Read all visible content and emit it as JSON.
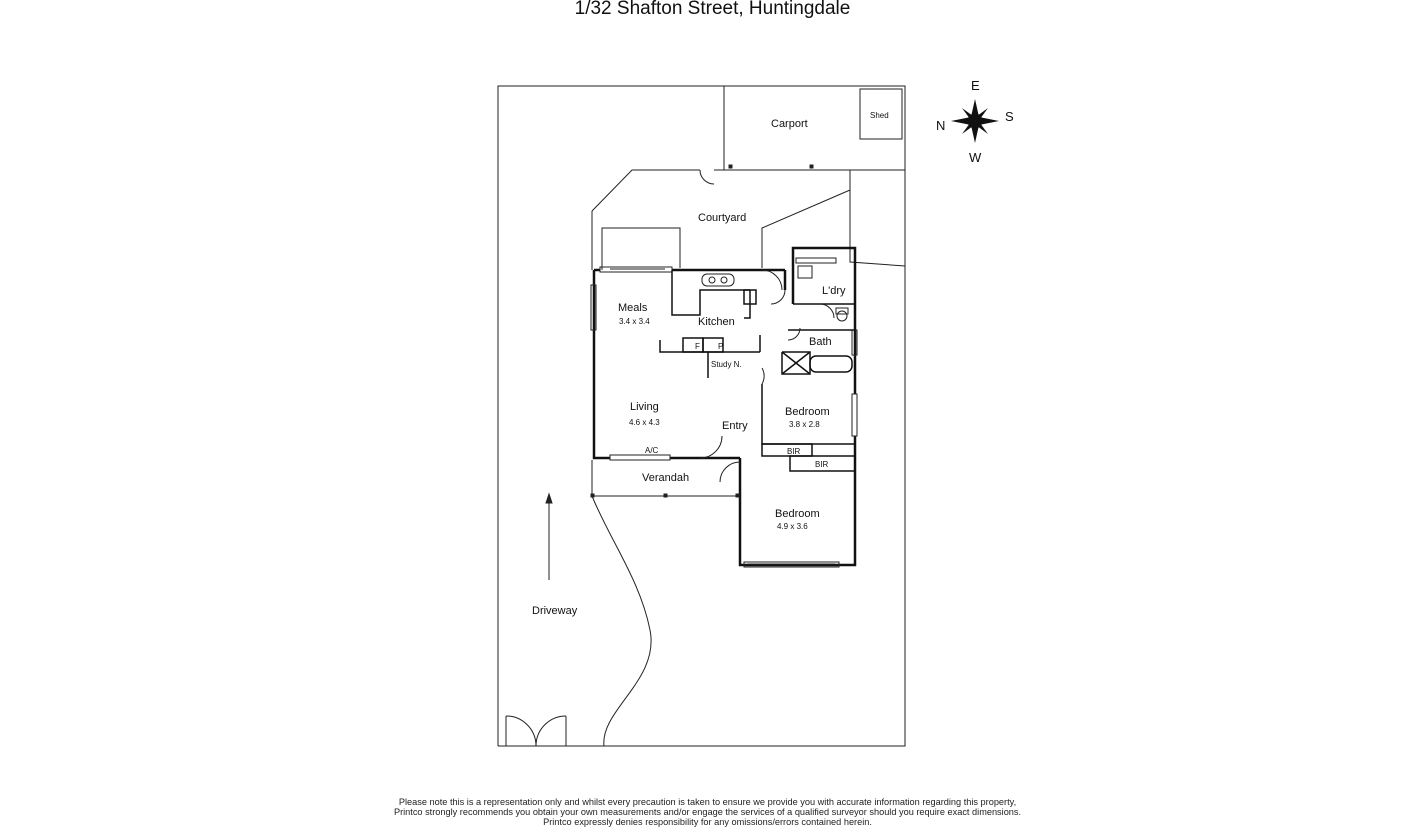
{
  "title": "1/32 Shafton Street, Huntingdale",
  "compass": {
    "east": "E",
    "north": "N",
    "south": "S",
    "west": "W"
  },
  "rooms": {
    "carport": "Carport",
    "shed": "Shed",
    "courtyard": "Courtyard",
    "laundry": "L'dry",
    "meals": {
      "name": "Meals",
      "size": "3.4 x 3.4"
    },
    "kitchen": "Kitchen",
    "bath": "Bath",
    "fridge": "F",
    "pantry": "P",
    "study": "Study N.",
    "living": {
      "name": "Living",
      "size": "4.6 x 4.3"
    },
    "entry": "Entry",
    "bedroom1": {
      "name": "Bedroom",
      "size": "3.8 x 2.8"
    },
    "bir1": "BIR",
    "bir2": "BIR",
    "ac": "A/C",
    "verandah": "Verandah",
    "bedroom2": {
      "name": "Bedroom",
      "size": "4.9 x 3.6"
    },
    "driveway": "Driveway"
  },
  "disclaimer": [
    "Please note this is a representation only and whilst every precaution is taken to ensure we provide you with accurate information regarding this property,",
    "Printco strongly recommends you obtain your own measurements and/or engage the services of a qualified surveyor should you require exact dimensions.",
    "Printco expressly denies responsibility for any omissions/errors contained herein."
  ]
}
